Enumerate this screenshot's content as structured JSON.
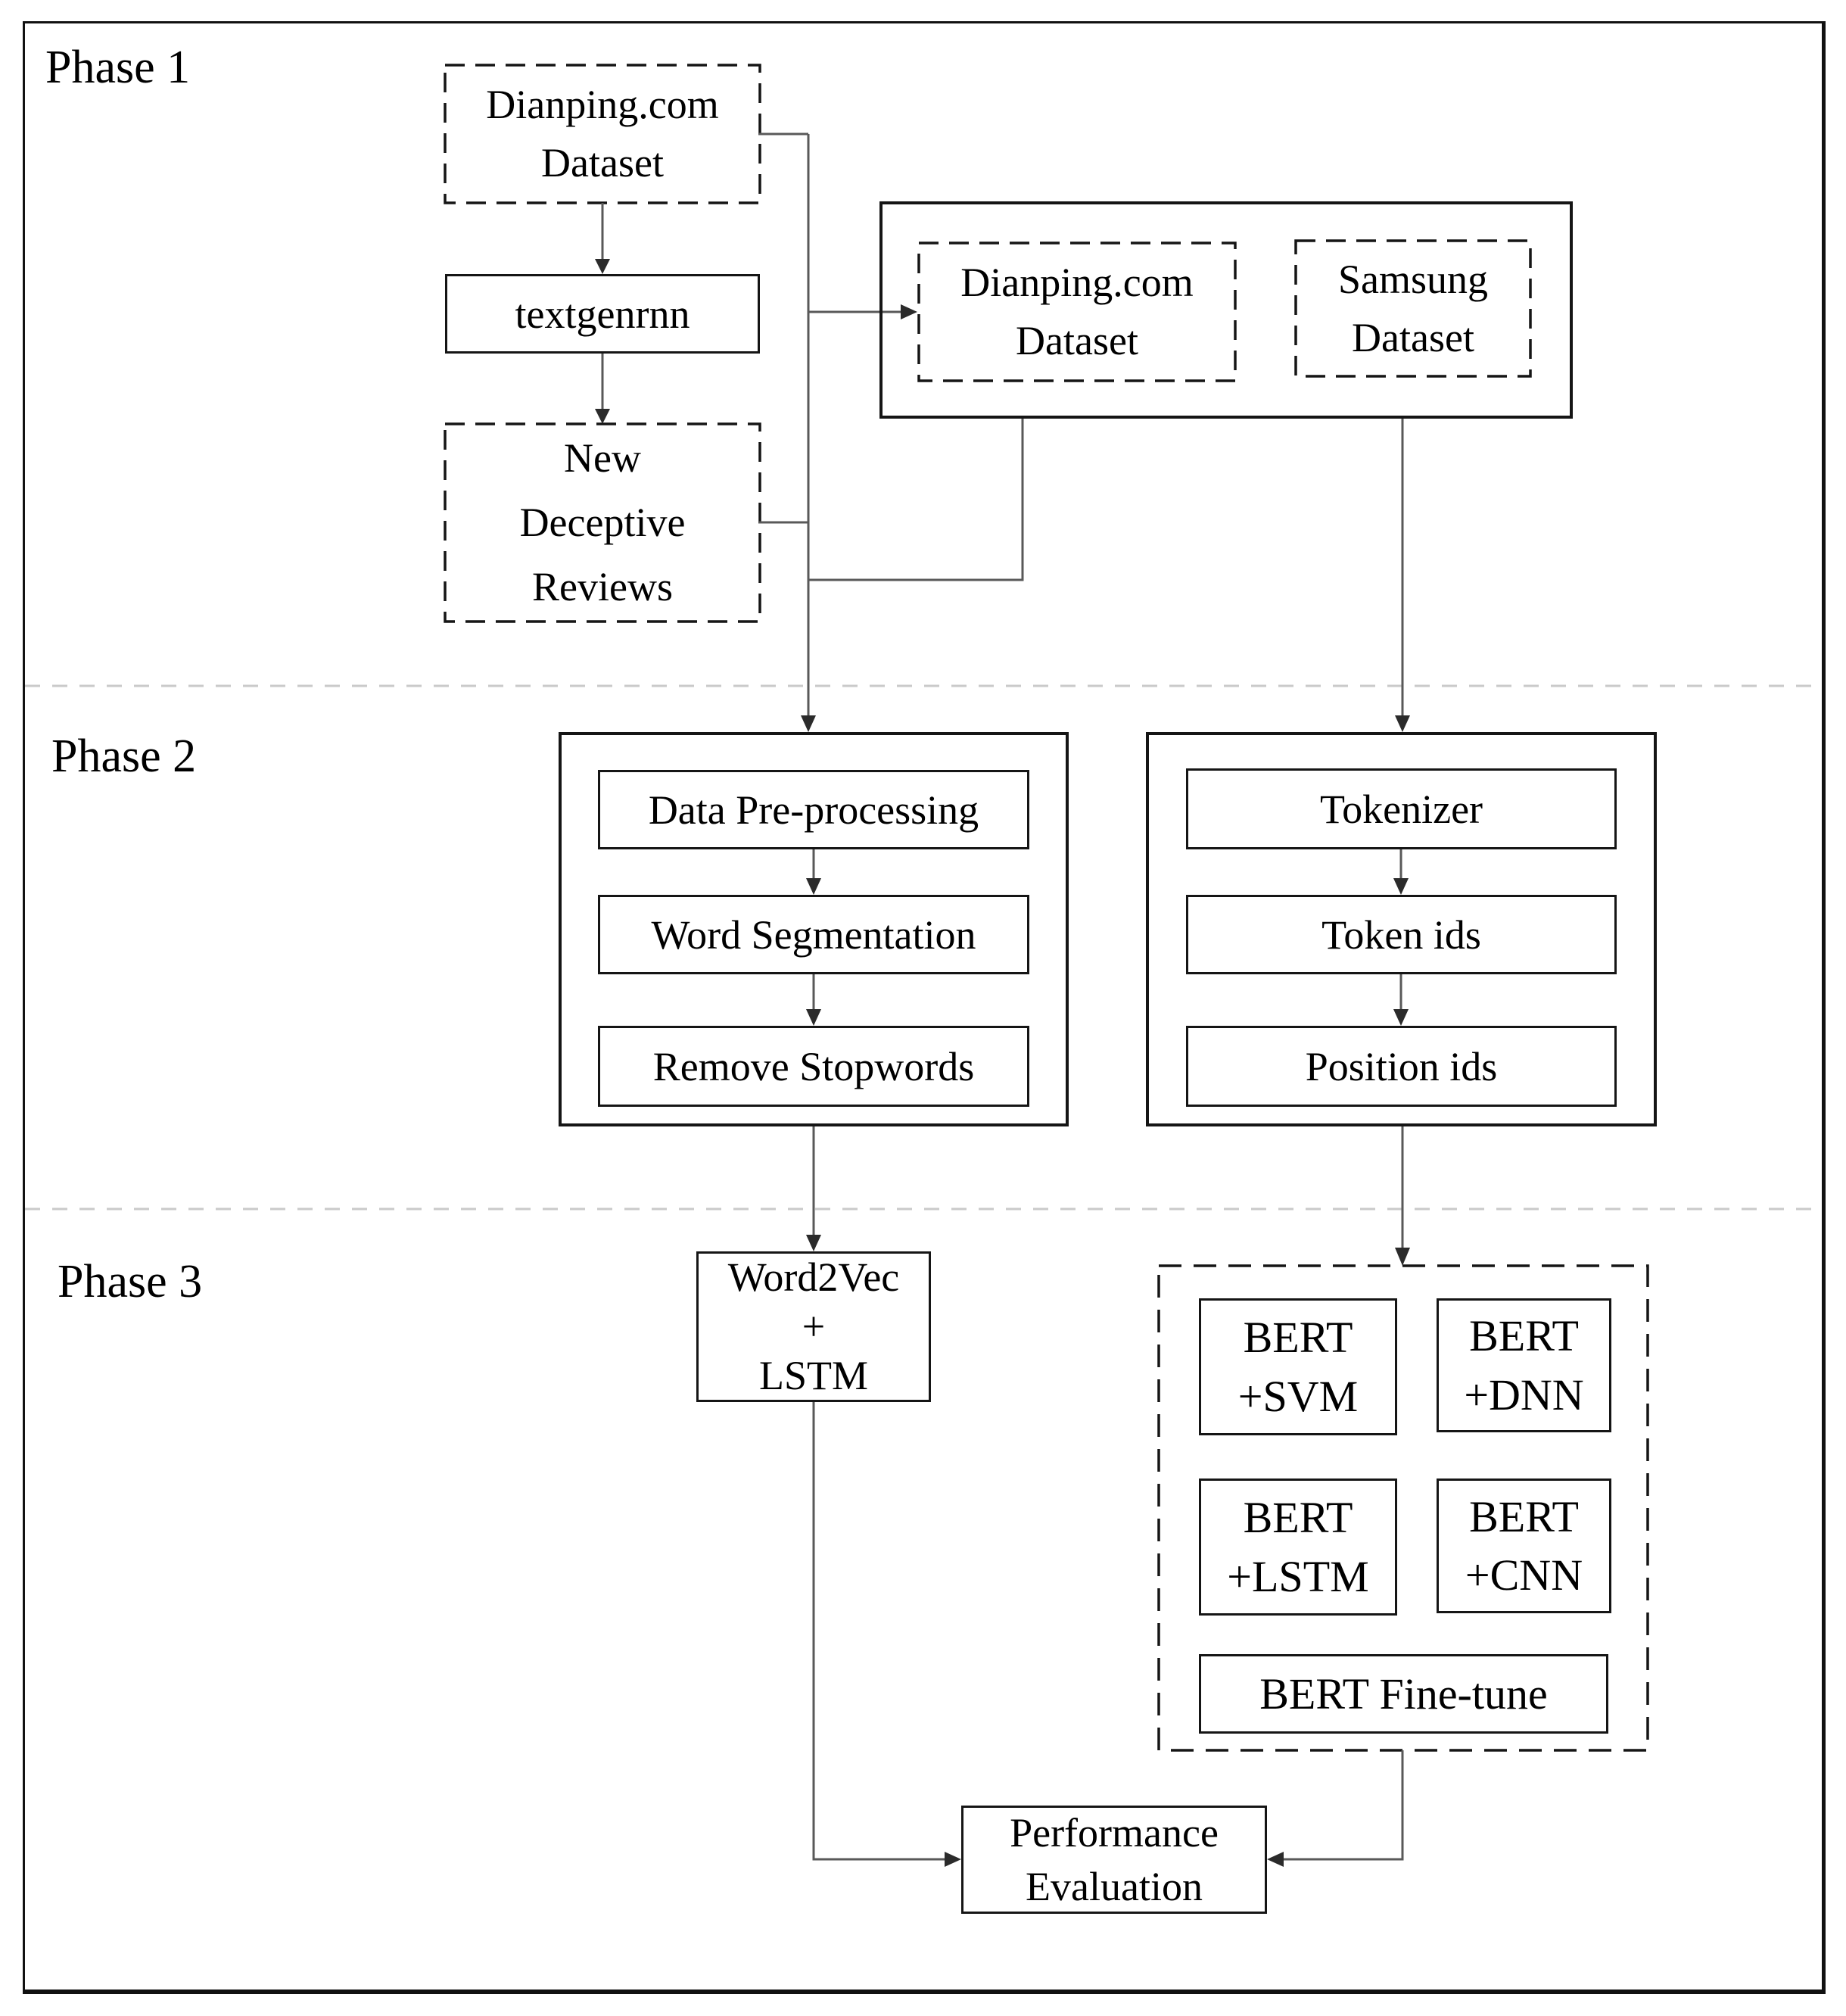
{
  "colors": {
    "background": "#ffffff",
    "text": "#000000",
    "box_border": "#151515",
    "connector": "#595959",
    "arrowhead": "#2b2b2b",
    "separator": "#cacaca"
  },
  "phases": [
    {
      "label": "Phase 1"
    },
    {
      "label": "Phase 2"
    },
    {
      "label": "Phase 3"
    }
  ],
  "nodes": {
    "dianping_source": {
      "lines": [
        "Dianping.com",
        "Dataset"
      ]
    },
    "textgenrnn": {
      "lines": [
        "textgenrnn"
      ]
    },
    "new_deceptive_reviews": {
      "lines": [
        "New",
        "Deceptive",
        "Reviews"
      ]
    },
    "dianping_combined": {
      "lines": [
        "Dianping.com",
        "Dataset"
      ]
    },
    "samsung": {
      "lines": [
        "Samsung",
        "Dataset"
      ]
    },
    "data_preprocessing": {
      "lines": [
        "Data Pre-processing"
      ]
    },
    "word_segmentation": {
      "lines": [
        "Word Segmentation"
      ]
    },
    "remove_stopwords": {
      "lines": [
        "Remove Stopwords"
      ]
    },
    "tokenizer": {
      "lines": [
        "Tokenizer"
      ]
    },
    "token_ids": {
      "lines": [
        "Token ids"
      ]
    },
    "position_ids": {
      "lines": [
        "Position ids"
      ]
    },
    "word2vec_lstm": {
      "lines": [
        "Word2Vec",
        "+",
        "LSTM"
      ]
    },
    "bert_svm": {
      "lines": [
        "BERT",
        "+SVM"
      ]
    },
    "bert_dnn": {
      "lines": [
        "BERT",
        "+DNN"
      ]
    },
    "bert_lstm": {
      "lines": [
        "BERT",
        "+LSTM"
      ]
    },
    "bert_cnn": {
      "lines": [
        "BERT",
        "+CNN"
      ]
    },
    "bert_finetune": {
      "lines": [
        "BERT Fine-tune"
      ]
    },
    "performance_evaluation": {
      "lines": [
        "Performance",
        "Evaluation"
      ]
    }
  },
  "edges": [
    {
      "from": "dianping-dataset-source",
      "to": "textgenrnn"
    },
    {
      "from": "textgenrnn",
      "to": "new-deceptive-reviews"
    },
    {
      "from": "dianping-dataset-source",
      "to": "combined-dataset-container"
    },
    {
      "from": "new-deceptive-reviews",
      "to": "combined-dataset-container"
    },
    {
      "from": "combined-dataset-container",
      "to": "preprocessing-pipeline"
    },
    {
      "from": "combined-dataset-container",
      "to": "tokenization-pipeline"
    },
    {
      "from": "data-pre-processing",
      "to": "word-segmentation"
    },
    {
      "from": "word-segmentation",
      "to": "remove-stopwords"
    },
    {
      "from": "tokenizer",
      "to": "token-ids"
    },
    {
      "from": "token-ids",
      "to": "position-ids"
    },
    {
      "from": "preprocessing-pipeline",
      "to": "word2vec-lstm"
    },
    {
      "from": "tokenization-pipeline",
      "to": "bert-models-container"
    },
    {
      "from": "word2vec-lstm",
      "to": "performance-evaluation"
    },
    {
      "from": "bert-models-container",
      "to": "performance-evaluation"
    }
  ]
}
